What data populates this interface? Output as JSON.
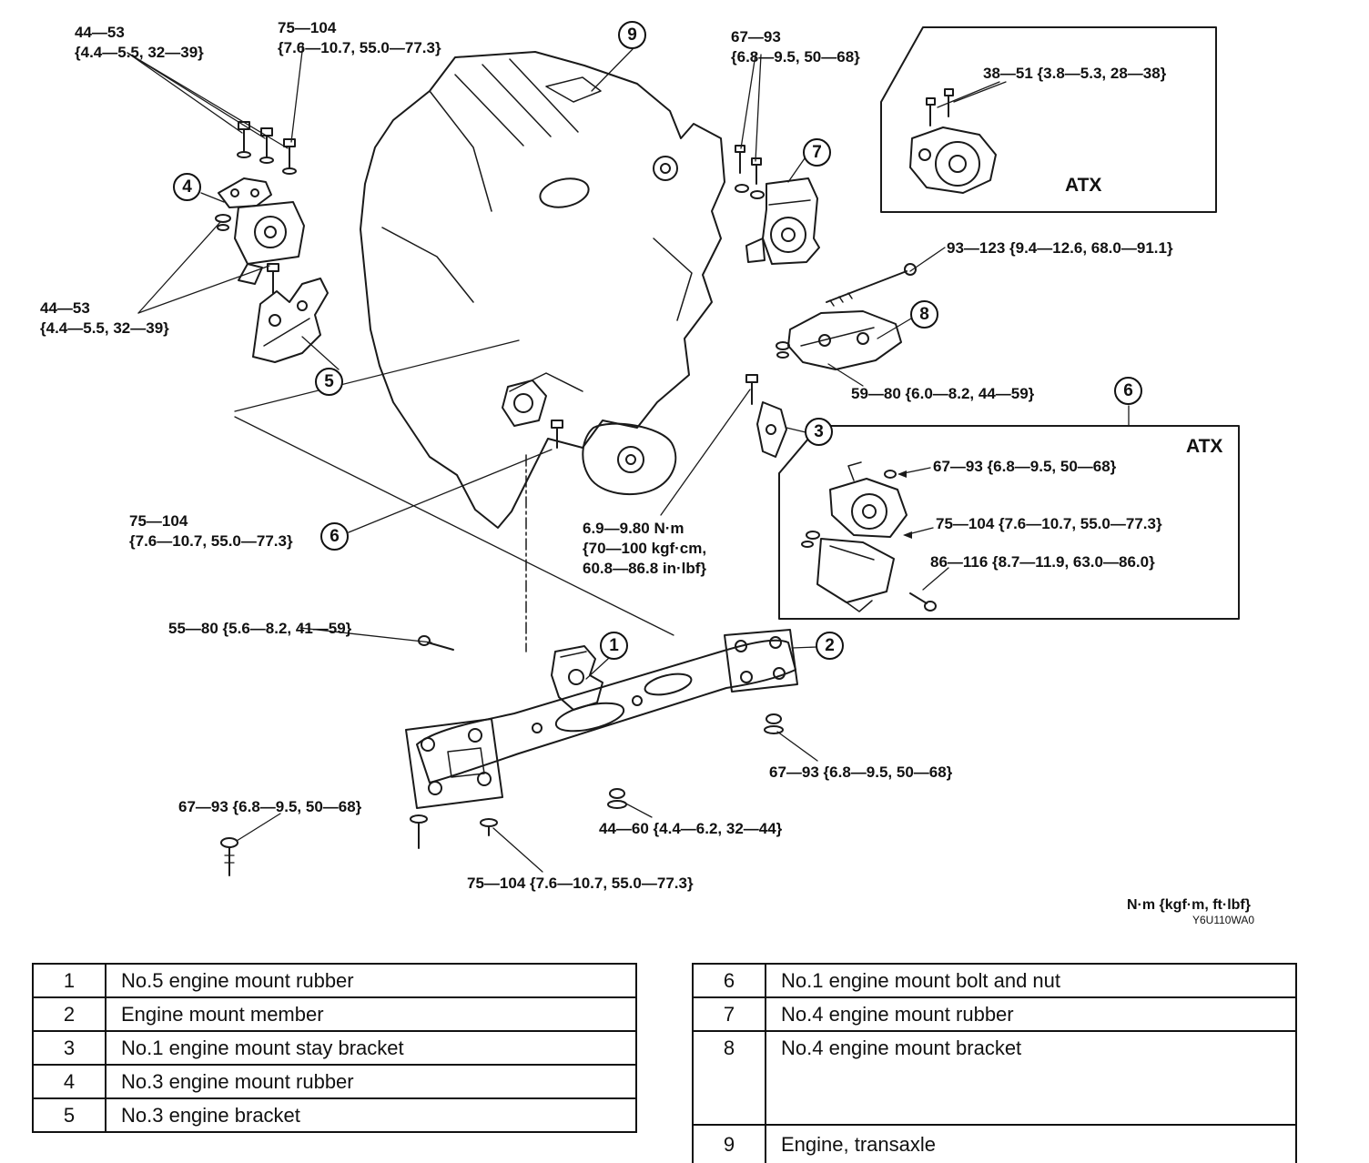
{
  "diagram": {
    "atx_label": "ATX",
    "callouts": {
      "c1": "1",
      "c2": "2",
      "c3": "3",
      "c4": "4",
      "c5": "5",
      "c6": "6",
      "c7": "7",
      "c8": "8",
      "c9": "9"
    },
    "labels": {
      "tl_44_53": "44—53\n{4.4—5.5, 32—39}",
      "top_75_104": "75—104\n{7.6—10.7, 55.0—77.3}",
      "top_67_93": "67—93\n{6.8—9.5, 50—68}",
      "atx1_38_51": "38—51 {3.8—5.3, 28—38}",
      "r_93_123": "93—123 {9.4—12.6, 68.0—91.1}",
      "left_44_53": "44—53\n{4.4—5.5, 32—39}",
      "r_59_80": "59—80 {6.0—8.2, 44—59}",
      "atx2_67_93": "67—93 {6.8—9.5, 50—68}",
      "mid_75_104": "75—104\n{7.6—10.7, 55.0—77.3}",
      "center_69_980": "6.9—9.80 N·m\n{70—100 kgf·cm,\n60.8—86.8 in·lbf}",
      "atx2_75_104": "75—104 {7.6—10.7, 55.0—77.3}",
      "atx2_86_116": "86—116 {8.7—11.9, 63.0—86.0}",
      "l_55_80": "55—80 {5.6—8.2, 41—59}",
      "b_67_93_right": "67—93 {6.8—9.5, 50—68}",
      "b_44_60": "44—60 {4.4—6.2, 32—44}",
      "b_67_93_left": "67—93 {6.8—9.5, 50—68}",
      "b_75_104": "75—104 {7.6—10.7, 55.0—77.3}",
      "units_note": "N·m {kgf·m, ft·lbf}",
      "code": "Y6U110WA0"
    }
  },
  "legend": {
    "left": [
      {
        "num": "1",
        "desc": "No.5 engine mount rubber"
      },
      {
        "num": "2",
        "desc": "Engine mount member"
      },
      {
        "num": "3",
        "desc": "No.1 engine mount stay bracket"
      },
      {
        "num": "4",
        "desc": "No.3 engine mount rubber"
      },
      {
        "num": "5",
        "desc": "No.3 engine bracket"
      }
    ],
    "right": [
      {
        "num": "6",
        "desc": "No.1 engine mount bolt and nut"
      },
      {
        "num": "7",
        "desc": "No.4 engine mount rubber"
      },
      {
        "num": "8",
        "desc": "No.4 engine mount bracket"
      },
      {
        "num": "9",
        "desc": "Engine, transaxle"
      }
    ]
  }
}
